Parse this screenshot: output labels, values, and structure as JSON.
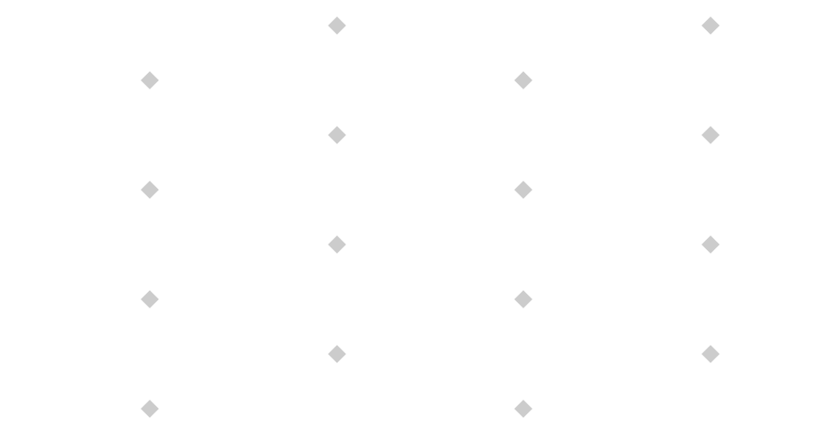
{
  "pattern": {
    "shape": "diamond",
    "color": "#cccccc",
    "columns": 4,
    "diamonds_per_column": 4,
    "total_diamonds": 16
  }
}
